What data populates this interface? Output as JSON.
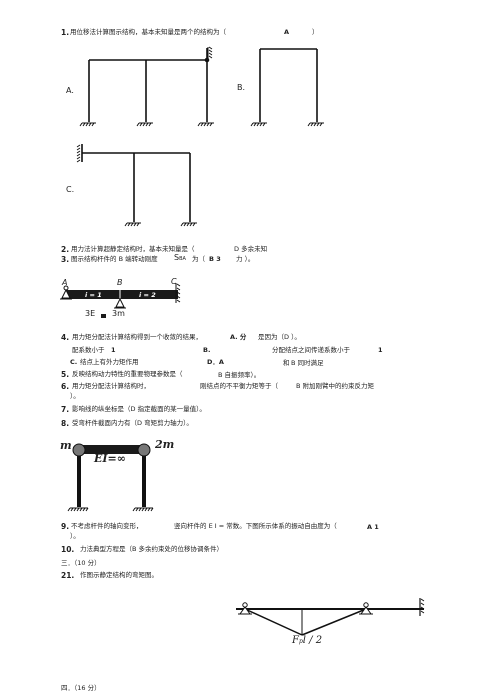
{
  "q1": {
    "num": "1.",
    "text": "用位移法计算图示结构，基本未知量是两个的结构为（",
    "answer": "A",
    "close": "）",
    "label_a": "A.",
    "label_b": "B.",
    "label_c": "C."
  },
  "q2": {
    "num": "2.",
    "text": "用力法计算超静定结构时，基本未知量是（",
    "answer": "D 多余未知",
    "answer2": "力  ）。"
  },
  "q3": {
    "num": "3.",
    "text": "图示结构杆件的 B 端转动刚度",
    "sym": "S",
    "sub": "BA",
    "tail": "为（",
    "answer": "B  3"
  },
  "beam": {
    "A": "A",
    "B": "B",
    "C": "C",
    "i1": "i = 1",
    "i2": "i = 2",
    "span1": "3E",
    "span2": "3m"
  },
  "q4": {
    "num": "4.",
    "text": "用力矩分配法计算结构得到一个收敛的结果，",
    "ans": "A. 分",
    "mid": "是因为（D  ）。",
    "l1a": "配系数小于",
    "l1b": "1",
    "l1c": "B.",
    "l1d": "分配结点之间传递系数小于",
    "l1e": "1",
    "l2a": "C.",
    "l2b": "结点上有外力矩作用",
    "l2c": "D．A",
    "l2d": "和",
    "l2e": "B 同时满足"
  },
  "q5": {
    "num": "5.",
    "text": "反映结构动力特性的重要物理参数是（",
    "answer": "B 自振频率）。"
  },
  "q6": {
    "num": "6.",
    "text": "用力矩分配法计算结构时，",
    "mid": "刚结点的不平衡力矩等于（",
    "answer": "B 附加刚臂中的约束反力矩",
    "close": "）。"
  },
  "q7": {
    "num": "7.",
    "text": "影响线的纵坐标是（D 指定截面的某一量值）。"
  },
  "q8": {
    "num": "8.",
    "text": "受弯杆件截面内力有（D 弯矩剪力轴力）。"
  },
  "frame": {
    "m": "m",
    "m2": "2m",
    "ei": "EI=∞"
  },
  "q9": {
    "num": "9.",
    "text": "不考虑杆件的轴向变形，",
    "mid": "竖向杆件的 E I = 常数。下图所示体系的振动自由度为（",
    "answer": "A  1",
    "close": "）。"
  },
  "q10": {
    "num": "10.",
    "text": "力法典型方程是（B 多余约束处的位移协调条件）"
  },
  "sec3": {
    "text": "三．（10 分）"
  },
  "q21": {
    "num": "21.",
    "text": "作图示静定结构的弯矩图。"
  },
  "moment": {
    "label": "F",
    "sub": "p",
    "tail": "l / 2"
  },
  "sec4": {
    "text": "四．（16 分）"
  }
}
